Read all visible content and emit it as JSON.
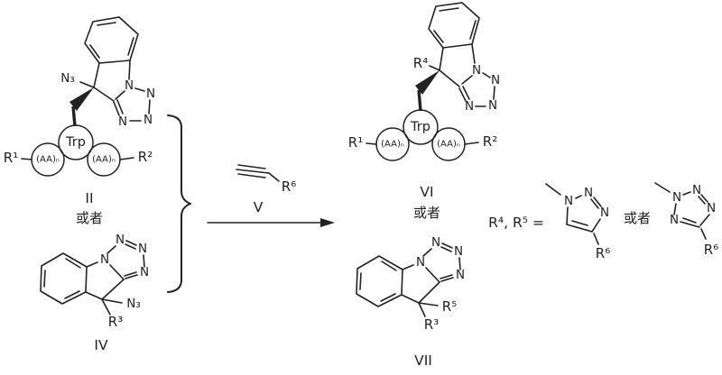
{
  "colors": {
    "background": "#ffffff",
    "ink": "#222222"
  },
  "atoms": {
    "nitrogen": "N",
    "azide": "N₃",
    "tryptophan": "Trp",
    "amino_acids": "(AA)ₙ"
  },
  "rgroups": {
    "r1": "R¹",
    "r2": "R²",
    "r3": "R³",
    "r4": "R⁴",
    "r5": "R⁵",
    "r6": "R⁶"
  },
  "labels": {
    "ii": "II",
    "iv": "IV",
    "v": "V",
    "vi": "VI",
    "vii": "VII",
    "or": "或者",
    "r45_definition": "R⁴, R⁵ ="
  }
}
